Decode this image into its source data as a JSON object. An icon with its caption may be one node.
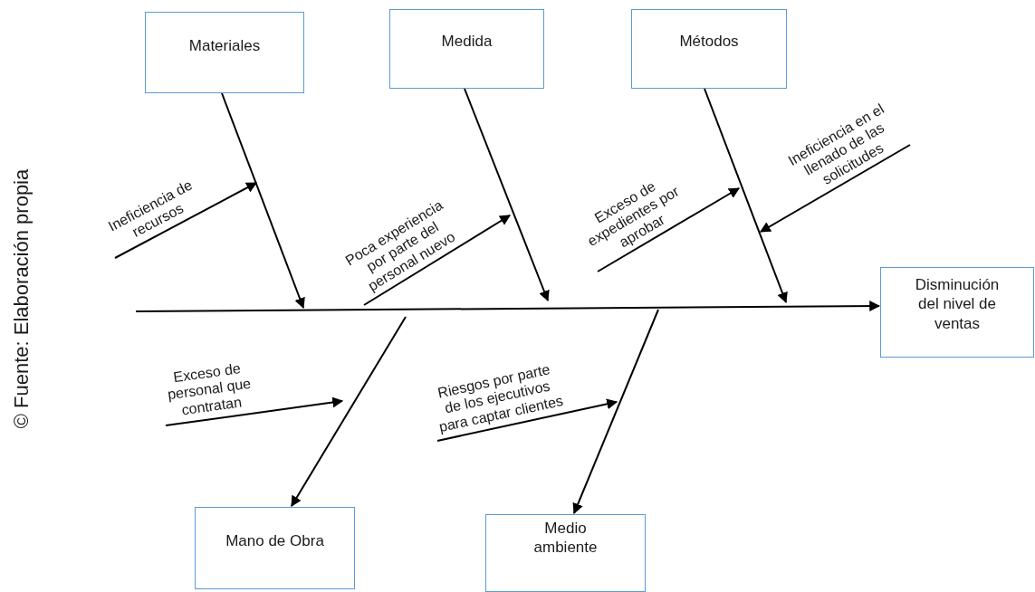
{
  "diagram": {
    "nodes": [
      {
        "text": [
          "Materiales"
        ]
      },
      {
        "text": [
          "Medida"
        ]
      },
      {
        "text": [
          "Métodos"
        ]
      },
      {
        "text": [
          "Disminución del nivel de ventas"
        ]
      },
      {
        "text": [
          "Mano de Obra"
        ]
      },
      {
        "text": [
          "Medio ambiente"
        ]
      },
      {
        "text": [
          "Ineficiencia de recursos"
        ]
      },
      {
        "text": [
          "Poca experiencia por parte del personal nuevo"
        ]
      },
      {
        "text": [
          "Exceso de expedientes por aprobar"
        ]
      },
      {
        "text": [
          "Ineficiencia en el llenado de las solicitudes"
        ]
      },
      {
        "text": [
          "Exceso de personal que contratan"
        ]
      },
      {
        "text": [
          "Riesgos por parte de los ejecutivos para captar clientes"
        ]
      }
    ],
    "edges": [
      {
        "from": null,
        "to": 3,
        "arrow": "to"
      },
      {
        "from": 0,
        "to": null,
        "arrow": "to"
      },
      {
        "from": 1,
        "to": null,
        "arrow": "to"
      },
      {
        "from": 2,
        "to": null,
        "arrow": "to"
      },
      {
        "from": null,
        "to": 4,
        "arrow": "to"
      },
      {
        "from": null,
        "to": 5,
        "arrow": "to"
      },
      {
        "from": 6,
        "to": null,
        "arrow": "to"
      },
      {
        "from": 7,
        "to": null,
        "arrow": "to"
      },
      {
        "from": 8,
        "to": null,
        "arrow": "to"
      },
      {
        "from": 9,
        "to": null,
        "arrow": "to"
      },
      {
        "from": 10,
        "to": null,
        "arrow": "to"
      },
      {
        "from": 11,
        "to": null,
        "arrow": "to"
      }
    ],
    "labels": [
      "© Fuente: Elaboración propia"
    ]
  }
}
